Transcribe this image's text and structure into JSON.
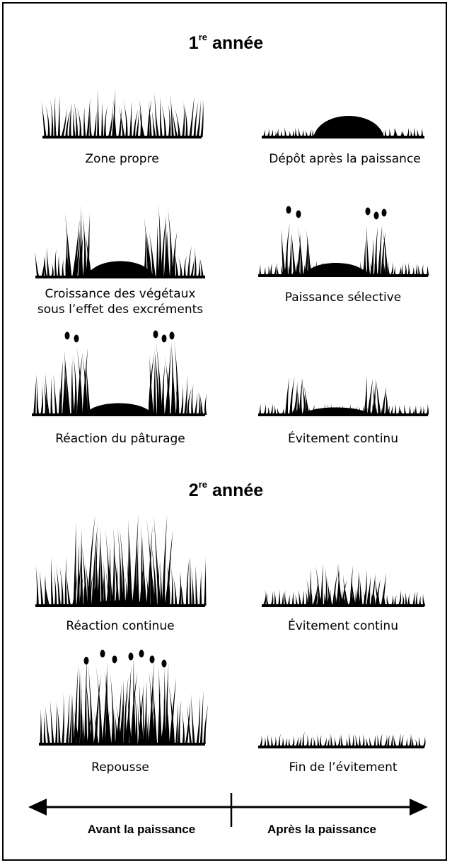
{
  "year1": {
    "number": "1",
    "suffix": "re",
    "word": "année"
  },
  "year2": {
    "number": "2",
    "suffix": "re",
    "word": "année"
  },
  "captions": {
    "zone_propre": "Zone propre",
    "depot": "Dépôt après la paissance",
    "croissance_line1": "Croissance des végétaux",
    "croissance_line2": "sous l’effet des excréments",
    "paissance_selective": "Paissance sélective",
    "reaction_paturage": "Réaction du pâturage",
    "evitement_continu_1": "Évitement continu",
    "reaction_continue": "Réaction continue",
    "evitement_continu_2": "Évitement continu",
    "repousse": "Repousse",
    "fin_evitement": "Fin de l’évitement"
  },
  "axis": {
    "left_label": "Avant la paissance",
    "right_label": "Après la paissance"
  },
  "colors": {
    "ink": "#000000",
    "background": "#ffffff"
  }
}
